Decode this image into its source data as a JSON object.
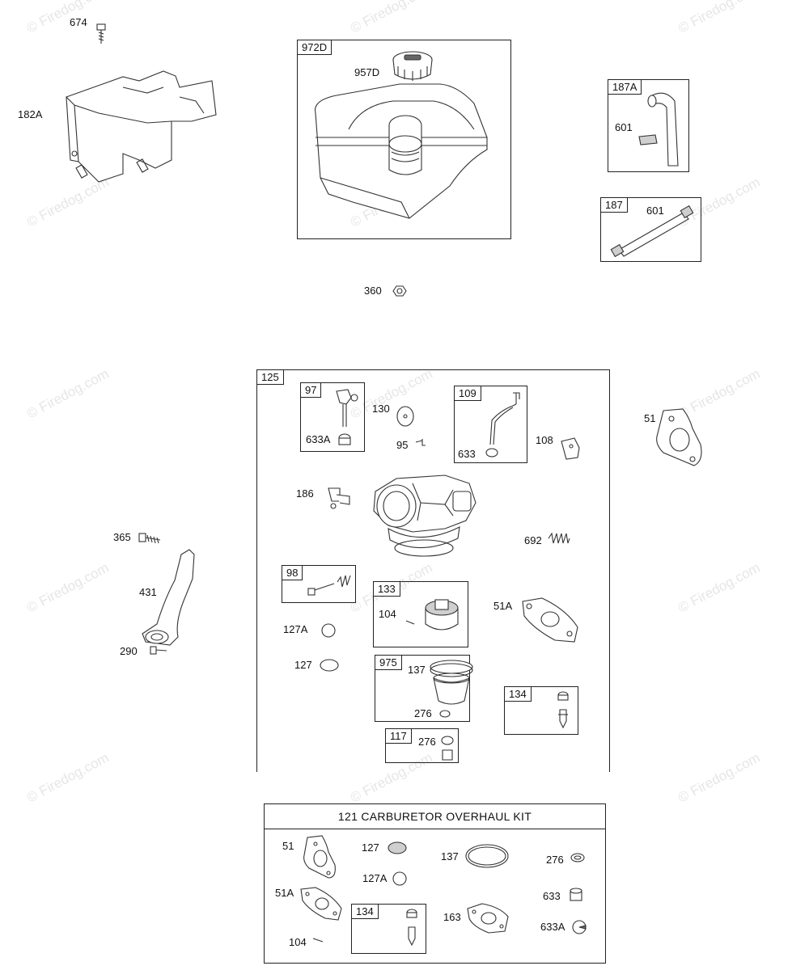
{
  "watermark": "© Firedog.com",
  "labels": {
    "p674": "674",
    "p182A": "182A",
    "p957D": "957D",
    "p601a": "601",
    "p601b": "601",
    "p360": "360",
    "p130": "130",
    "p633A": "633A",
    "p95": "95",
    "p633": "633",
    "p108": "108",
    "p51": "51",
    "p186": "186",
    "p365": "365",
    "p692": "692",
    "p431": "431",
    "p104": "104",
    "p51A": "51A",
    "p127A": "127A",
    "p290": "290",
    "p127": "127",
    "p137": "137",
    "p276a": "276",
    "p276b": "276"
  },
  "boxes": {
    "b972D": "972D",
    "b187A": "187A",
    "b187": "187",
    "b125": "125",
    "b97": "97",
    "b109": "109",
    "b98": "98",
    "b133": "133",
    "b975": "975",
    "b134": "134",
    "b117": "117"
  },
  "kit": {
    "title": "121 CARBURETOR OVERHAUL KIT",
    "k51": "51",
    "k127": "127",
    "k137": "137",
    "k276": "276",
    "k127A": "127A",
    "k51A": "51A",
    "k633": "633",
    "k134": "134",
    "k163": "163",
    "k633A": "633A",
    "k104": "104"
  }
}
